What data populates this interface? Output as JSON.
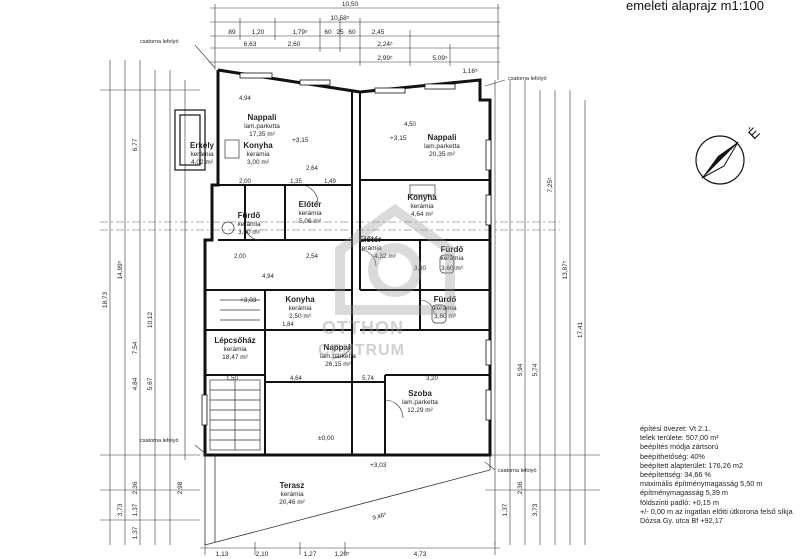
{
  "title": "emeleti alaprajz m1:100",
  "north_label": "É",
  "watermark": [
    "OTTHON",
    "CENTRUM"
  ],
  "rooms": [
    {
      "name": "Nappali",
      "floor": "lam.parketta",
      "area": "17,35 m²"
    },
    {
      "name": "Konyha",
      "floor": "kerámia",
      "area": "3,00 m²"
    },
    {
      "name": "Erkély",
      "floor": "kerámia",
      "area": "4,02 m²"
    },
    {
      "name": "Előtér",
      "floor": "kerámia",
      "area": "5,06 m²"
    },
    {
      "name": "Fürdő",
      "floor": "kerámia",
      "area": "3,60 m²"
    },
    {
      "name": "Nappali",
      "floor": "lam.parketta",
      "area": "20,35 m²"
    },
    {
      "name": "Konyha",
      "floor": "kerámia",
      "area": "4,64 m²"
    },
    {
      "name": "Előtér",
      "floor": "kerámia",
      "area": "4,32 m²"
    },
    {
      "name": "Fürdő",
      "floor": "kerámia",
      "area": "3,60 m²"
    },
    {
      "name": "Konyha",
      "floor": "kerámia",
      "area": "2,50 m²"
    },
    {
      "name": "Fürdő",
      "floor": "kerámia",
      "area": "3,60 m²"
    },
    {
      "name": "Lépcsőház",
      "floor": "kerámia",
      "area": "18,47 m²"
    },
    {
      "name": "Nappali",
      "floor": "lam.parketta",
      "area": "26,15 m²"
    },
    {
      "name": "Szoba",
      "floor": "lam.parketta",
      "area": "12,29 m²"
    },
    {
      "name": "Terasz",
      "floor": "kerámia",
      "area": "20,46 m²"
    }
  ],
  "gutter_labels": [
    "csatorna lefolyó",
    "csatorna lefolyó",
    "csatorna lefolyó",
    "csatorna lefolyó"
  ],
  "levels": [
    "+3,15",
    "+3,15",
    "+3,03",
    "+3,03",
    "±0,00"
  ],
  "top_dims": [
    "10,50",
    "10,58⁵",
    "89",
    "1,20",
    "1,79⁵",
    "60",
    "25",
    "60",
    "2,45",
    "6,63",
    "2,24⁵",
    "2,60",
    "2,99⁵",
    "5,09⁵",
    "1,16⁵"
  ],
  "left_dims": [
    "18,73",
    "14,99⁵",
    "6,77",
    "10,12",
    "7,54",
    "4,84",
    "5,67",
    "2,36",
    "1,37",
    "1,37",
    "3,73",
    "2,98"
  ],
  "right_dims": [
    "17,41",
    "13,87⁵",
    "7,25⁵",
    "5,74",
    "5,94",
    "3,73",
    "2,36",
    "1,37"
  ],
  "bottom_dims": [
    "1,13",
    "2,10",
    "1,27",
    "1,20⁵",
    "4,73"
  ],
  "inner_dims": [
    "4,94",
    "4,50",
    "2,00",
    "1,35",
    "1,49",
    "2,64",
    "4,94",
    "1,84",
    "1,50",
    "4,64",
    "5,74",
    "3,20",
    "3,60",
    "2,00",
    "2,54",
    "9,46⁵"
  ],
  "notes": [
    "építési övezet: Vt 2.1.",
    "telek területe: 507,00 m²",
    "beépítés módja zártsorú",
    "beépíthetőség: 40%",
    "beépített alapterület: 176,26 m2",
    "beépítettség: 34,66 %",
    "maximális építménymagasság 5,50 m",
    "építménymagasság 5,39 m",
    "földszinti padló: +0,15 m",
    "+/- 0,00 m az ingatlan előtti útkorona felső síkja",
    "Dózsa Gy. utca Bf +92,17"
  ]
}
